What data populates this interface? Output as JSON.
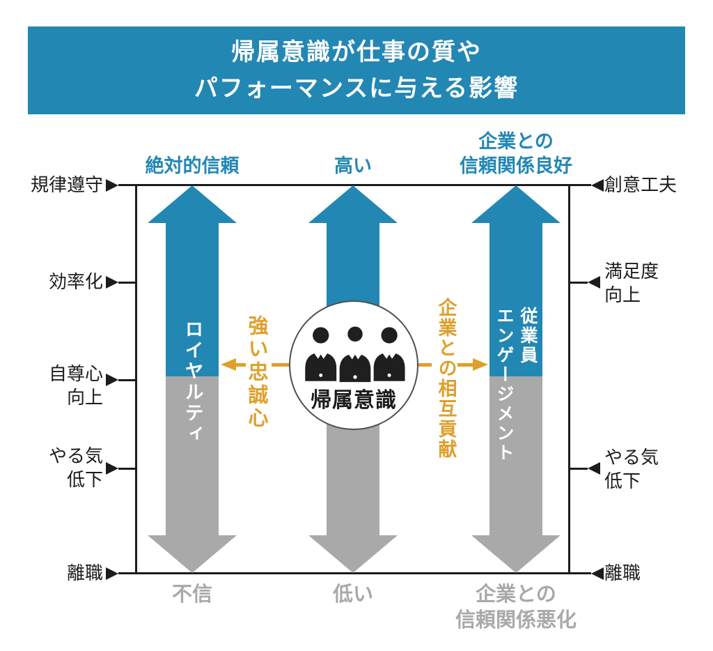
{
  "title": {
    "line1": "帰属意識が仕事の質や",
    "line2": "パフォーマンスに与える影響"
  },
  "colors": {
    "banner_blue": "#2387b4",
    "arrow_blue": "#2387b4",
    "arrow_gray": "#a9a9a9",
    "connector_orange": "#df9f2c",
    "bottom_label_gray": "#a9a9a9",
    "ink": "#1c1c1c"
  },
  "center_circle": {
    "icon": "people-group-icon",
    "label": "帰属意識"
  },
  "connectors": {
    "left": {
      "label": "強い忠誠心",
      "direction": "left"
    },
    "right": {
      "label": "企業との相互貢献",
      "direction": "right"
    }
  },
  "arrows": {
    "loyalty": {
      "top": "絶対的信頼",
      "shaft": "ロイヤルティ",
      "bottom": "不信"
    },
    "level": {
      "top": "高い",
      "bottom": "低い"
    },
    "engagement": {
      "top": "企業との\n信頼関係良好",
      "shaft": "従業員\nエンゲージメント",
      "bottom": "企業との\n信頼関係悪化"
    }
  },
  "axis_left": {
    "items": [
      {
        "label": "規律遵守"
      },
      {
        "label": "効率化"
      },
      {
        "label": "自尊心\n向上"
      },
      {
        "label": "やる気\n低下"
      },
      {
        "label": "離職"
      }
    ]
  },
  "axis_right": {
    "items": [
      {
        "label": "創意工夫"
      },
      {
        "label": "満足度\n向上"
      },
      {
        "label": "やる気\n低下"
      },
      {
        "label": "離職"
      }
    ]
  }
}
